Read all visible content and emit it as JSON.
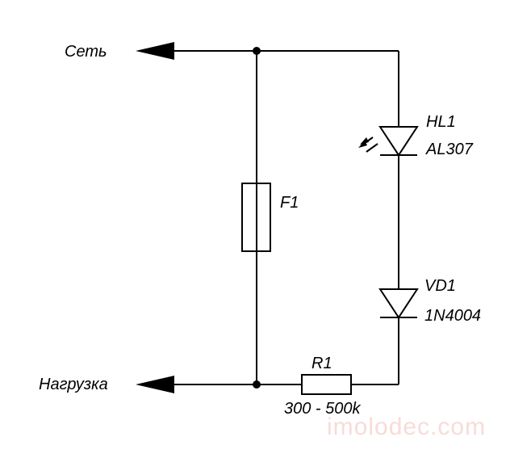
{
  "diagram": {
    "type": "circuit-schematic",
    "terminals": {
      "mains": {
        "label": "Сеть"
      },
      "load": {
        "label": "Нагрузка"
      }
    },
    "components": {
      "fuse": {
        "designator": "F1"
      },
      "led": {
        "designator": "HL1",
        "part": "AL307"
      },
      "diode": {
        "designator": "VD1",
        "part": "1N4004"
      },
      "resistor": {
        "designator": "R1",
        "value": "300 - 500k"
      }
    },
    "watermark": "imolodec.com"
  }
}
